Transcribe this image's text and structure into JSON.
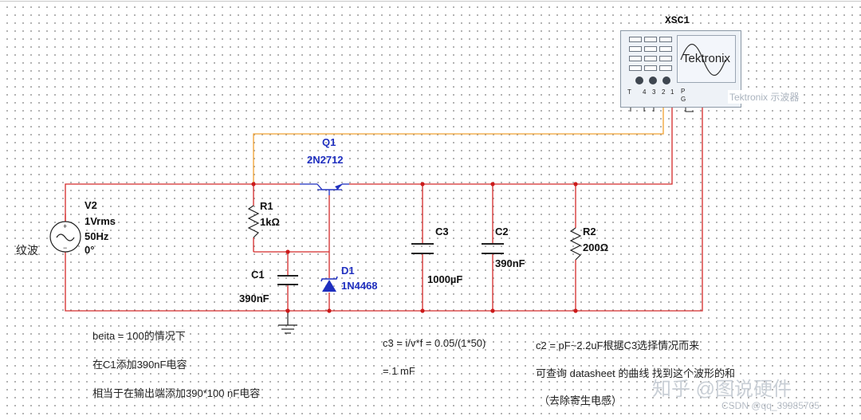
{
  "ripple_label": "纹波",
  "v2": {
    "name": "V2",
    "value1": "1Vrms",
    "value2": "50Hz",
    "value3": "0°"
  },
  "q1": {
    "name": "Q1",
    "part": "2N2712"
  },
  "r1": {
    "name": "R1",
    "value": "1kΩ"
  },
  "c1": {
    "name": "C1",
    "value": "390nF"
  },
  "d1": {
    "name": "D1",
    "part": "1N4468"
  },
  "c3": {
    "name": "C3",
    "value": "1000µF"
  },
  "c2": {
    "name": "C2",
    "value": "390nF"
  },
  "r2": {
    "name": "R2",
    "value": "200Ω"
  },
  "scope": {
    "ref": "XSC1",
    "brand": "Tektronix",
    "label": "Tektronix 示波器",
    "pins": [
      "T",
      "4",
      "3",
      "2",
      "1",
      "P",
      "G"
    ]
  },
  "notes": {
    "beta": "beita = 100的情况下",
    "c1_add": "在C1添加390nF电容",
    "equiv": "相当于在输出端添加390*100 nF电容",
    "c3_formula": "c3 = i/v*f = 0.05/(1*50)",
    "c3_result": "= 1 mF",
    "c2_range": "c2 = pF~2.2uF根据C3选择情况而来",
    "datasheet": "可查询 datasheet 的曲线 找到这个波形的和",
    "parasitic": "（去除寄生电感）"
  },
  "watermarks": {
    "zhihu": "知乎 @图说硬件",
    "csdn": "CSDN @qq_39985705"
  },
  "colors": {
    "wire_red": "#d42a2a",
    "wire_orange": "#f0a030",
    "component_blue": "#1f2fbf",
    "junction_red": "#cc1a1a"
  }
}
